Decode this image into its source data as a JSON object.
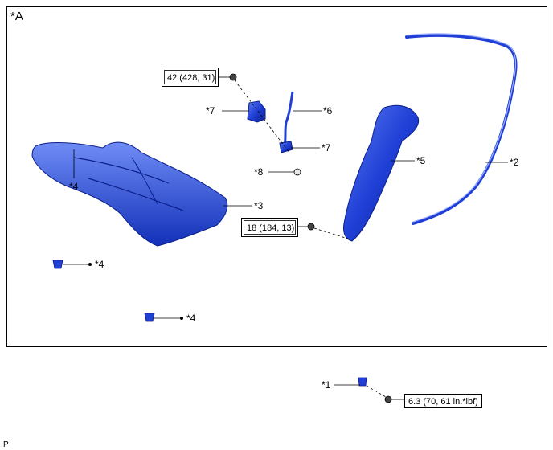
{
  "view_label": "*A",
  "footer_mark": "P",
  "callouts": {
    "c1": "*1",
    "c2": "*2",
    "c3": "*3",
    "c4a": "*4",
    "c4b": "*4",
    "c4c": "*4",
    "c5": "*5",
    "c6": "*6",
    "c7a": "*7",
    "c7b": "*7",
    "c8": "*8"
  },
  "torques": {
    "t1": "42 (428, 31)",
    "t2": "18 (184, 13)",
    "t3": "6.3 (70, 61 in.*lbf)"
  },
  "colors": {
    "part_blue": "#1f3fd6",
    "part_dark": "#0c1f8a",
    "part_light": "#5c7cf2",
    "line": "#000000"
  }
}
